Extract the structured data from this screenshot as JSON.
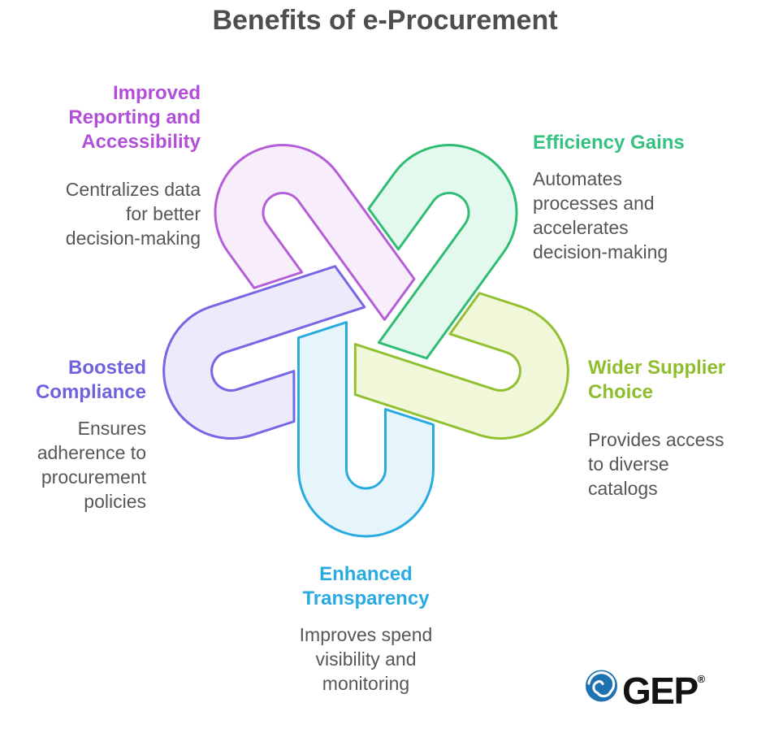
{
  "title": {
    "text": "Benefits of e-Procurement",
    "color": "#4e4e50"
  },
  "body_text_color": "#55565a",
  "benefits": [
    {
      "key": "improved-reporting-accessibility",
      "heading": "Improved\nReporting and\nAccessibility",
      "heading_color": "#b14fd9",
      "body": "Centralizes data\nfor better\ndecision-making"
    },
    {
      "key": "efficiency-gains",
      "heading": "Efficiency Gains",
      "heading_color": "#35c17f",
      "body": "Automates\nprocesses and\naccelerates\ndecision-making"
    },
    {
      "key": "wider-supplier-choice",
      "heading": "Wider Supplier\nChoice",
      "heading_color": "#8ebe2e",
      "body": "Provides access\nto diverse\ncatalogs"
    },
    {
      "key": "enhanced-transparency",
      "heading": "Enhanced\nTransparency",
      "heading_color": "#29abe2",
      "body": "Improves spend\nvisibility and\nmonitoring"
    },
    {
      "key": "boosted-compliance",
      "heading": "Boosted\nCompliance",
      "heading_color": "#6f63dd",
      "body": "Ensures\nadherence to\nprocurement\npolicies"
    }
  ],
  "knot": {
    "pieces": [
      {
        "name": "enhanced-transparency-loop",
        "fill": "#e6f5fc",
        "stroke": "#2aabe0"
      },
      {
        "name": "boosted-compliance-loop",
        "fill": "#eceafb",
        "stroke": "#7767e3"
      },
      {
        "name": "improved-reporting-loop",
        "fill": "#f8eefb",
        "stroke": "#b45ed8"
      },
      {
        "name": "efficiency-gains-loop",
        "fill": "#e4f9ee",
        "stroke": "#2ebd72"
      },
      {
        "name": "wider-supplier-choice-loop",
        "fill": "#f1f8d9",
        "stroke": "#92c032"
      }
    ]
  },
  "logo": {
    "text": "GEP",
    "registered_mark": "®",
    "swirl_color": "#1e72b0"
  }
}
